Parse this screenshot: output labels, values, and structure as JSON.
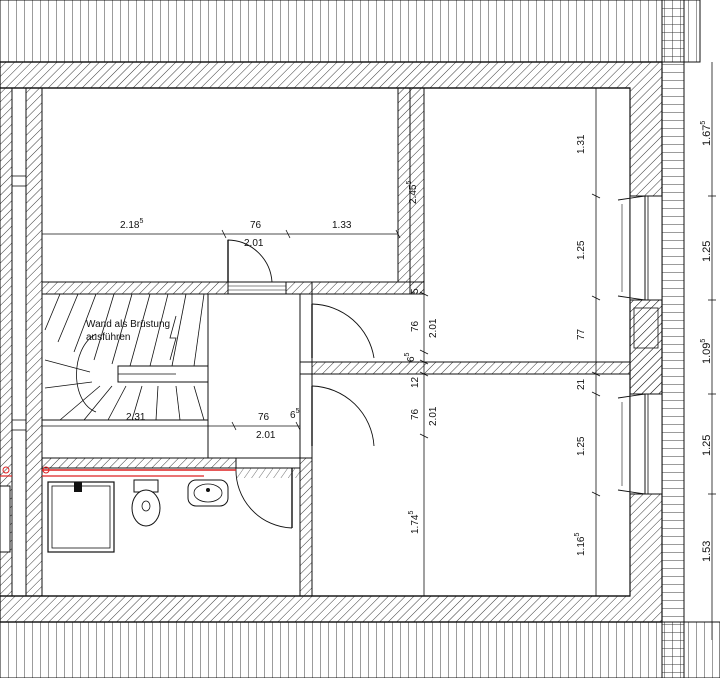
{
  "stair": {
    "note_line1": "Wand als Brüstung",
    "note_line2": "ausführen"
  },
  "dims": {
    "top_a": "2.18",
    "top_a_sup": "5",
    "top_b": "76",
    "top_c": "2.01",
    "top_d": "1.33",
    "stair_width": "2.31",
    "stair_76": "76",
    "stair_6": "6",
    "stair_6_sup": "5",
    "stair_201": "2.01",
    "v_245": "2.45",
    "v_245_sup": "5",
    "v_5": "5",
    "v_76a": "76",
    "v_201a": "2.01",
    "v_6": "6",
    "v_6_sup": "5",
    "v_12": "12",
    "v_76b": "76",
    "v_201b": "2.01",
    "v_174": "1.74",
    "v_174_sup": "5",
    "v_131": "1.31",
    "v_125a": "1.25",
    "v_77": "77",
    "v_21": "21",
    "v_125b": "1.25",
    "v_116": "1.16",
    "v_116_sup": "5",
    "r_167": "1.67",
    "r_167_sup": "5",
    "r_125a": "1.25",
    "r_109": "1.09",
    "r_109_sup": "5",
    "r_125b": "1.25",
    "r_153": "1.53"
  }
}
